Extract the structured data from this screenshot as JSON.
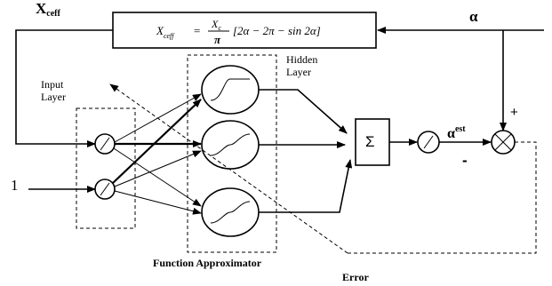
{
  "labels": {
    "xceff": "X",
    "xceff_sub": "ceff",
    "alpha": "α",
    "alpha_est": "α",
    "alpha_est_sup": "est",
    "input_layer_line1": "Input",
    "input_layer_line2": "Layer",
    "hidden_layer_line1": "Hidden",
    "hidden_layer_line2": "Layer",
    "bias_input": "1",
    "plus_sign": "+",
    "minus_sign": "-",
    "sum_symbol": "Σ",
    "function_approximator": "Function Approximator",
    "error": "Error"
  },
  "formula": {
    "lhs_var": "X",
    "lhs_sub": "ceff",
    "equals": "=",
    "numerator_var": "X",
    "numerator_sub": "c",
    "denominator": "π",
    "bracket_body": "[2α − 2π − sin 2α]"
  }
}
